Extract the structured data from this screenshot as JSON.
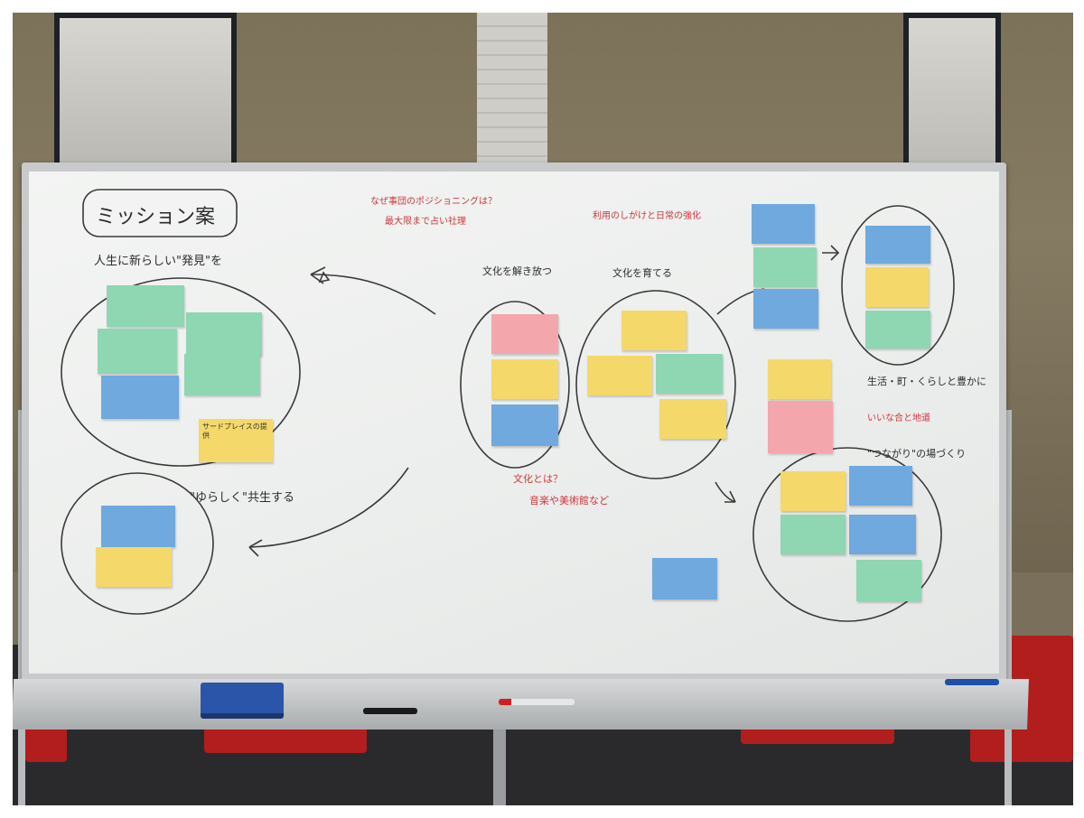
{
  "board": {
    "title": "ミッション案",
    "phrase_1": "人生に新らしい\"発見\"を",
    "phrase_2": "\"ゆらしく\"共生する",
    "culture_1": "文化を解き放つ",
    "culture_2": "文化を育てる",
    "lifestyle": "生活・町・くらしと豊かに",
    "connection": "\"つながり\"の場づくり",
    "sticky_leftbottom_yellow": "サードプレイスの提供",
    "red_notes": {
      "top_left_line1": "なぜ事団のポジショニングは？",
      "top_left_line2": "最大限まで占い社理",
      "top_right": "利用のしがけと日常の強化",
      "middle_q": "文化とは？",
      "middle_a": "音楽や美術館など",
      "right_line": "いいな合と地道"
    }
  },
  "colors": {
    "pink": "#f3a7ad",
    "yellow": "#f4d86a",
    "green": "#8fd6b3",
    "blue": "#6fa9de",
    "red_ink": "#d0353b"
  }
}
